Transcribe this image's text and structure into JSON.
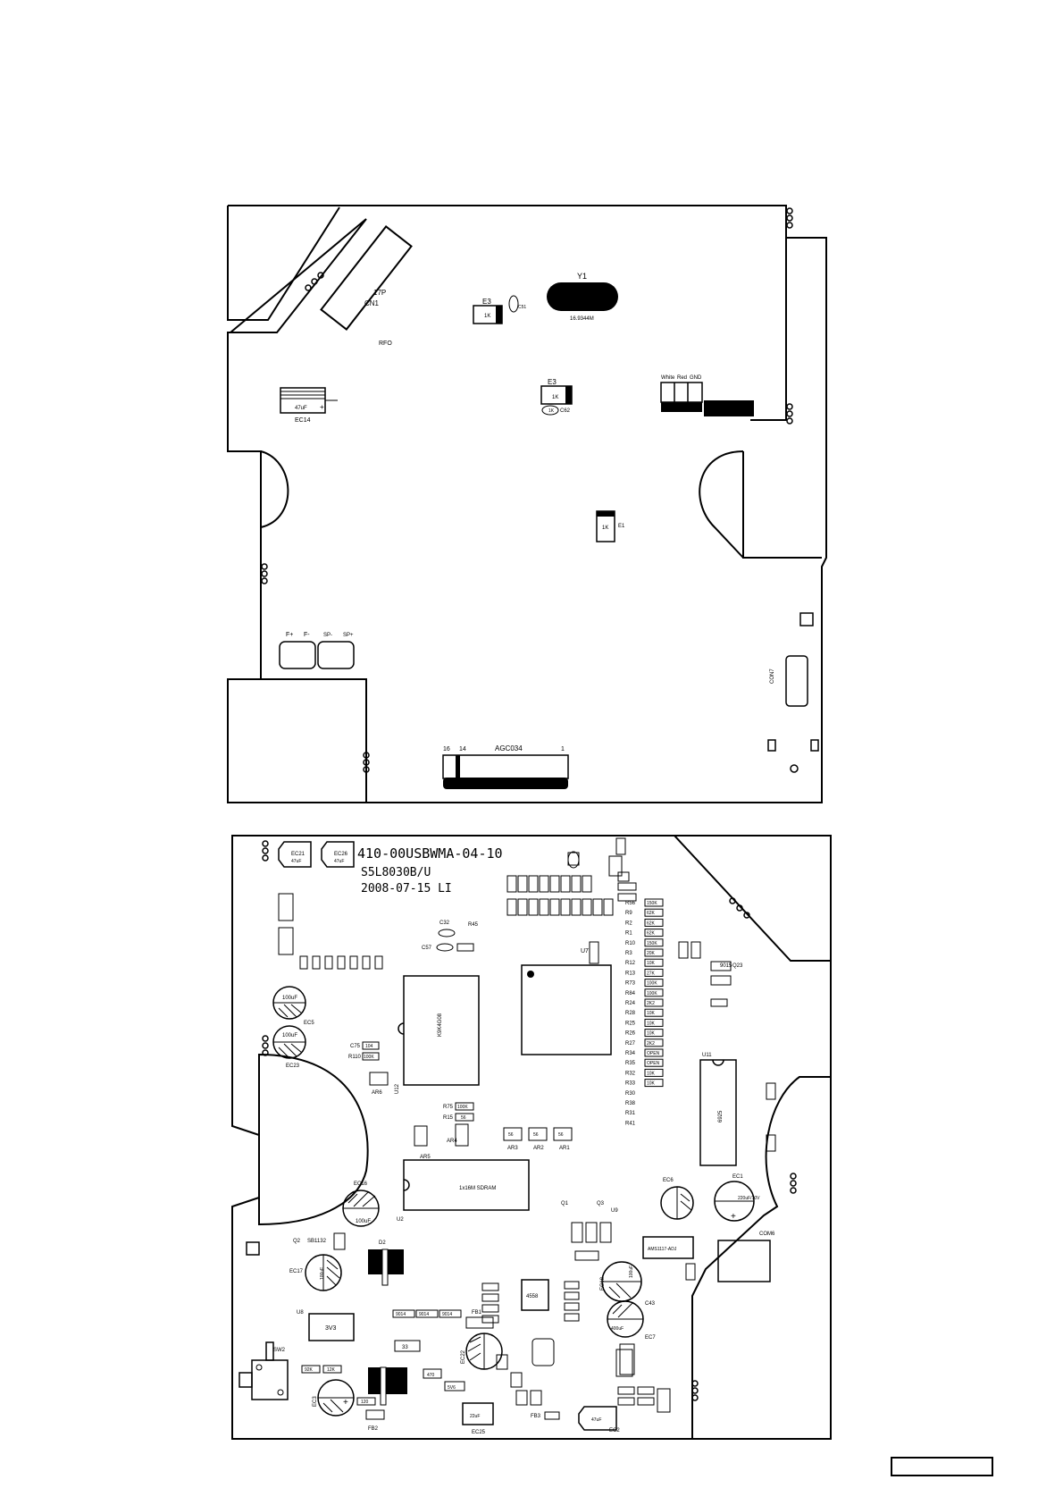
{
  "top_board": {
    "connector_cn1": "CN1",
    "connector_cn1_pins": "17P",
    "crystal_ref": "Y1",
    "crystal_freq": "16.9344M",
    "e3_top": "E3",
    "e3_top_part": "1K",
    "c51": "C51",
    "e3_mid": "E3",
    "e3_mid_part": "1K",
    "c62": "C62",
    "c62_part": "1K",
    "mark_small": "RFO",
    "ec14": "EC14",
    "ec14_value": "47uF",
    "white_label": "White",
    "red_label": "Red",
    "gnd_label": "GND",
    "e1": "E1",
    "e1_part": "1K",
    "pad_f_plus": "F+",
    "pad_f_minus": "F-",
    "pad_sp_minus": "SP-",
    "pad_sp_plus": "SP+",
    "con7": "CON7",
    "fpc_name": "AGC034",
    "fpc_pin16": "16",
    "fpc_pin14": "14",
    "fpc_pin1": "1"
  },
  "bottom_board": {
    "part_number": "410-00USBWMA-04-10",
    "chip_model": "S5L8030B/U",
    "date_line": "2008-07-15 LI",
    "ec21": "EC21",
    "ec21_value": "47uF",
    "ec26": "EC26",
    "ec26_value": "47uF",
    "u7": "U7",
    "u12": "U12",
    "u12_part": "K9K4G08",
    "u11": "U11",
    "u11_part": "6925",
    "u2": "U2",
    "u2_part": "1x16M SDRAM",
    "u9": "U9",
    "u9_part": "AMS1117-ADJ",
    "u8": "U8",
    "u8_part": "3V3",
    "u10_part": "4558",
    "ec5": "EC5",
    "ec5_value": "100uF",
    "ec23": "EC23",
    "ec23_value": "100uF",
    "ec16": "EC16",
    "ec16_value": "100uF",
    "ec17": "EC17",
    "ec17_value": "100uF",
    "ec1": "EC1",
    "ec1_value": "220uF/10V",
    "ec6": "EC6",
    "ec18": "EC18",
    "ec18_value": "100uF",
    "ec25": "EC25",
    "ec25_value": "22uF",
    "ec2": "EC2",
    "ec2_value": "47uF",
    "ec7": "EC7",
    "ec22": "EC22",
    "ec3": "EC3",
    "c43": "C43",
    "c43_value": "400uF",
    "com6": "COM6",
    "sw2": "SW2",
    "d2": "D2",
    "q1": "Q1",
    "q2": "Q2",
    "q3": "Q3",
    "q23": "Q23",
    "sb1132": "SB1132",
    "ar1": "AR1",
    "ar2": "AR2",
    "ar3": "AR3",
    "ar4": "AR4",
    "ar5": "AR5",
    "ar6": "AR6",
    "res_56": "56",
    "fb1": "FB1",
    "fb2": "FB2",
    "fb3": "FB3",
    "r75": "R75",
    "r75_value": "100K",
    "r15": "R15",
    "r15_value": "56",
    "r110": "R110",
    "r110_value": "100K",
    "c75": "C75",
    "c75_value": "104",
    "c32": "C32",
    "c57": "C57",
    "r45": "R45",
    "ref_9014": "9014",
    "ref_9015": "9015",
    "val_33": "33",
    "val_5v6": "5V6",
    "val_470": "470",
    "val_120": "120",
    "val_12k": "12K",
    "val_92k": "92K",
    "labels_resistors_right": [
      "R56",
      "R9",
      "R2",
      "R1",
      "R10",
      "R3",
      "R12",
      "R13",
      "R73",
      "R84",
      "R24",
      "R28",
      "R25",
      "R26",
      "R27",
      "R34",
      "R35",
      "R32",
      "R33",
      "R30",
      "R38",
      "R31",
      "R41"
    ],
    "values_right": [
      "150K",
      "62K",
      "62K",
      "62K",
      "150K",
      "20K",
      "10K",
      "27K",
      "100K",
      "100K",
      "2K2",
      "10K",
      "10K",
      "10K",
      "2K2",
      "OPEN",
      "OPEN",
      "10K",
      "10K"
    ]
  }
}
